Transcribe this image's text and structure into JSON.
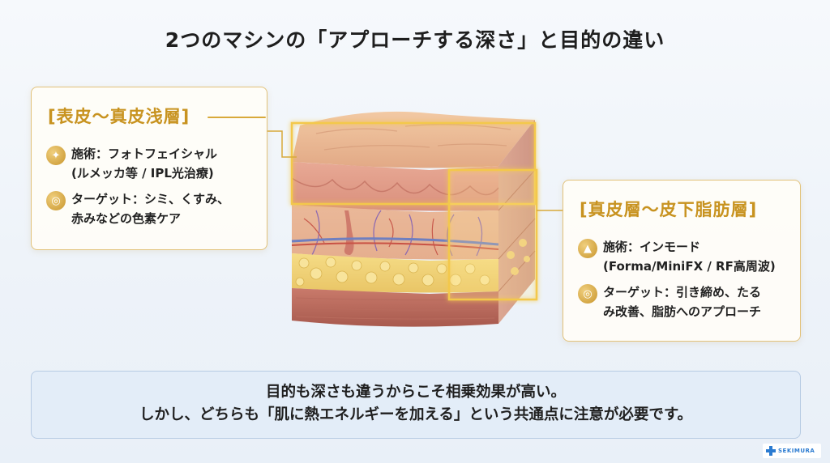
{
  "title": "2つのマシンの「アプローチする深さ」と目的の違い",
  "left_panel": {
    "heading": "[表皮〜真皮浅層]",
    "treatment_label": "施術：フォトフェイシャル",
    "treatment_detail": "(ルメッカ等 / IPL光治療)",
    "target_line1": "ターゲット：シミ、くすみ、",
    "target_line2": "赤みなどの色素ケア",
    "treatment_icon": "sparkle-icon",
    "target_icon": "target-icon"
  },
  "right_panel": {
    "heading": "[真皮層〜皮下脂肪層]",
    "treatment_label": "施術：インモード",
    "treatment_detail": "(Forma/MiniFX / RF高周波)",
    "target_line1": "ターゲット：引き締め、たる",
    "target_line2": "み改善、脂肪へのアプローチ",
    "treatment_icon": "device-icon",
    "target_icon": "target-icon"
  },
  "bottom": {
    "line1": "目的も深さも違うからこそ相乗効果が高い。",
    "line2": "しかし、どちらも「肌に熱エネルギーを加える」という共通点に注意が必要です。"
  },
  "logo": {
    "text": "SEKIMURA"
  },
  "colors": {
    "accent_gold": "#c89320",
    "panel_border": "#e2c27a",
    "bottom_bg": "#e3edf8"
  }
}
